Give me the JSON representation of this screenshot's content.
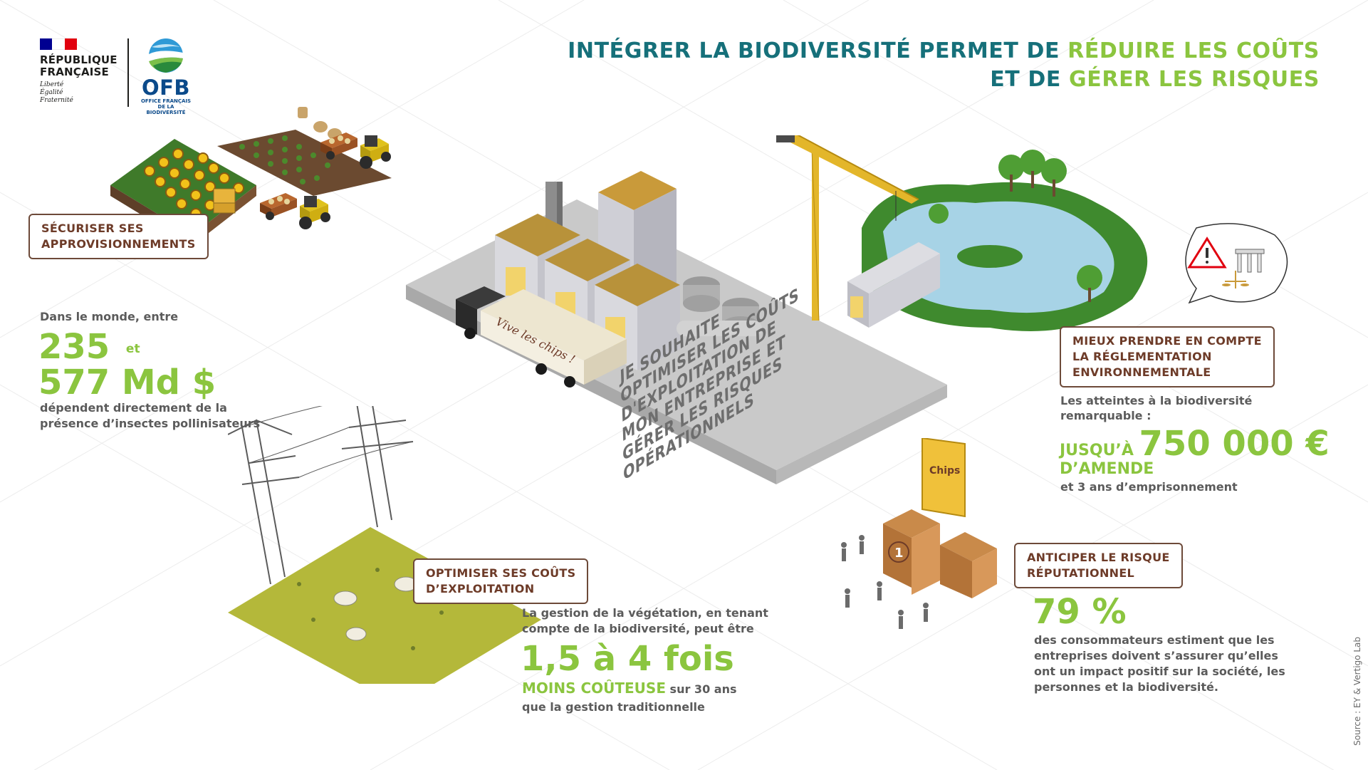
{
  "title": {
    "part1": "INTÉGRER LA BIODIVERSITÉ PERMET DE ",
    "highlight1": "RÉDUIRE LES COÛTS",
    "part2": "ET DE ",
    "highlight2": "GÉRER LES RISQUES"
  },
  "logos": {
    "republic_line1": "RÉPUBLIQUE",
    "republic_line2": "FRANÇAISE",
    "motto_1": "Liberté",
    "motto_2": "Égalité",
    "motto_3": "Fraternité",
    "ofb_name": "OFB",
    "ofb_sub_1": "OFFICE FRANÇAIS",
    "ofb_sub_2": "DE LA BIODIVERSITÉ"
  },
  "center": {
    "line1": "JE SOUHAITE",
    "line2": "OPTIMISER LES COÛTS",
    "line3": "D'EXPLOITATION DE",
    "line4": "MON ENTREPRISE ET",
    "line5": "GÉRER LES RISQUES",
    "line6": "OPÉRATIONNELS",
    "truck_text": "Vive les chips !",
    "bag_text": "Chips"
  },
  "supply": {
    "label_1": "SÉCURISER SES",
    "label_2": "APPROVISIONNEMENTS",
    "intro": "Dans le monde, entre",
    "value1": "235",
    "connector": "et",
    "value2": "577 Md $",
    "desc_1": "dépendent directement de la",
    "desc_2": "présence d’insectes pollinisateurs"
  },
  "costs": {
    "label_1": "OPTIMISER SES COÛTS",
    "label_2": "D’EXPLOITATION",
    "intro_1": "La gestion de la végétation, en tenant",
    "intro_2": "compte de la biodiversité, peut être",
    "value": "1,5 à 4 fois",
    "emphasis": "MOINS COÛTEUSE",
    "suffix": " sur 30 ans",
    "desc": "que la gestion traditionnelle"
  },
  "regulation": {
    "label_1": "MIEUX PRENDRE EN COMPTE",
    "label_2": "LA RÉGLEMENTATION",
    "label_3": "ENVIRONNEMENTALE",
    "intro_1": "Les atteintes à la biodiversité",
    "intro_2": "remarquable :",
    "prefix": "JUSQU’À ",
    "value": "750 000 €",
    "unit": "D’AMENDE",
    "desc": "et 3 ans d’emprisonnement"
  },
  "reputation": {
    "label_1": "ANTICIPER LE RISQUE",
    "label_2": "RÉPUTATIONNEL",
    "value": "79 %",
    "desc_1": "des consommateurs estiment que les",
    "desc_2": "entreprises doivent s’assurer qu’elles",
    "desc_3": "ont un impact positif sur la société, les",
    "desc_4": "personnes et la biodiversité.",
    "podium_rank": "1"
  },
  "source": "Source : EY & Vertigo Lab",
  "colors": {
    "teal": "#16707a",
    "green": "#8bc53f",
    "brown": "#6d3b28",
    "gray_text": "#5b5b5b",
    "flag_blue": "#000091",
    "flag_red": "#e1000f"
  }
}
